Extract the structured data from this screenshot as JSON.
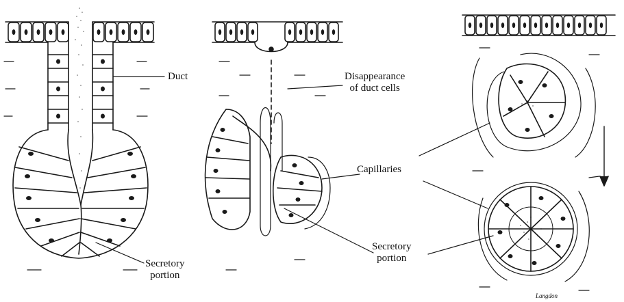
{
  "diagram": {
    "labels": {
      "duct": "Duct",
      "disappearance": [
        "Disappearance",
        "of duct cells"
      ],
      "capillaries": "Capillaries",
      "secretory_left": [
        "Secretory",
        "portion"
      ],
      "secretory_middle": [
        "Secretory",
        "portion"
      ]
    },
    "signature": "Langdon",
    "colors": {
      "ink": "#1a1a1a",
      "paper": "#ffffff"
    }
  }
}
